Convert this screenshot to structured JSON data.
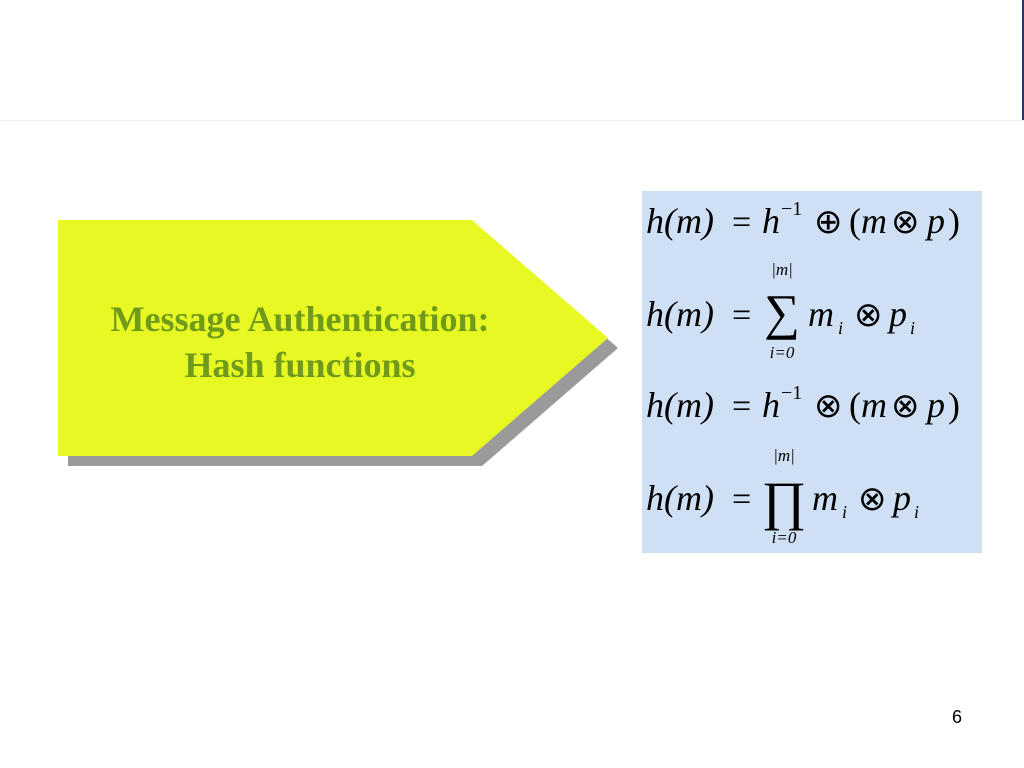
{
  "slide": {
    "title_lines": [
      "Message Authentication:",
      "Hash functions"
    ],
    "page_number": "6",
    "colors": {
      "arrow_fill": "#e8f823",
      "arrow_shadow": "#9a9a9a",
      "title_text": "#6f9a1a",
      "formula_panel": "#cfe0f5",
      "header_rule": "#2a3470"
    }
  },
  "formulas": {
    "lhs": "h(m)",
    "equals": "=",
    "f1": {
      "h": "h",
      "exponent": "−1",
      "operator": "⊕",
      "paren_open": "(",
      "m": "m",
      "otimes": "⊗",
      "p": "p",
      "paren_close": ")"
    },
    "f2": {
      "sum_symbol": "∑",
      "upper_limit": "|m|",
      "lower_limit": "i=0",
      "m": "m",
      "m_sub": "i",
      "otimes": "⊗",
      "p": "p",
      "p_sub": "i"
    },
    "f3": {
      "h": "h",
      "exponent": "−1",
      "operator": "⊗",
      "paren_open": "(",
      "m": "m",
      "otimes": "⊗",
      "p": "p",
      "paren_close": ")"
    },
    "f4": {
      "prod_symbol": "∏",
      "upper_limit": "|m|",
      "lower_limit": "i=0",
      "m": "m",
      "m_sub": "i",
      "otimes": "⊗",
      "p": "p",
      "p_sub": "i"
    }
  }
}
